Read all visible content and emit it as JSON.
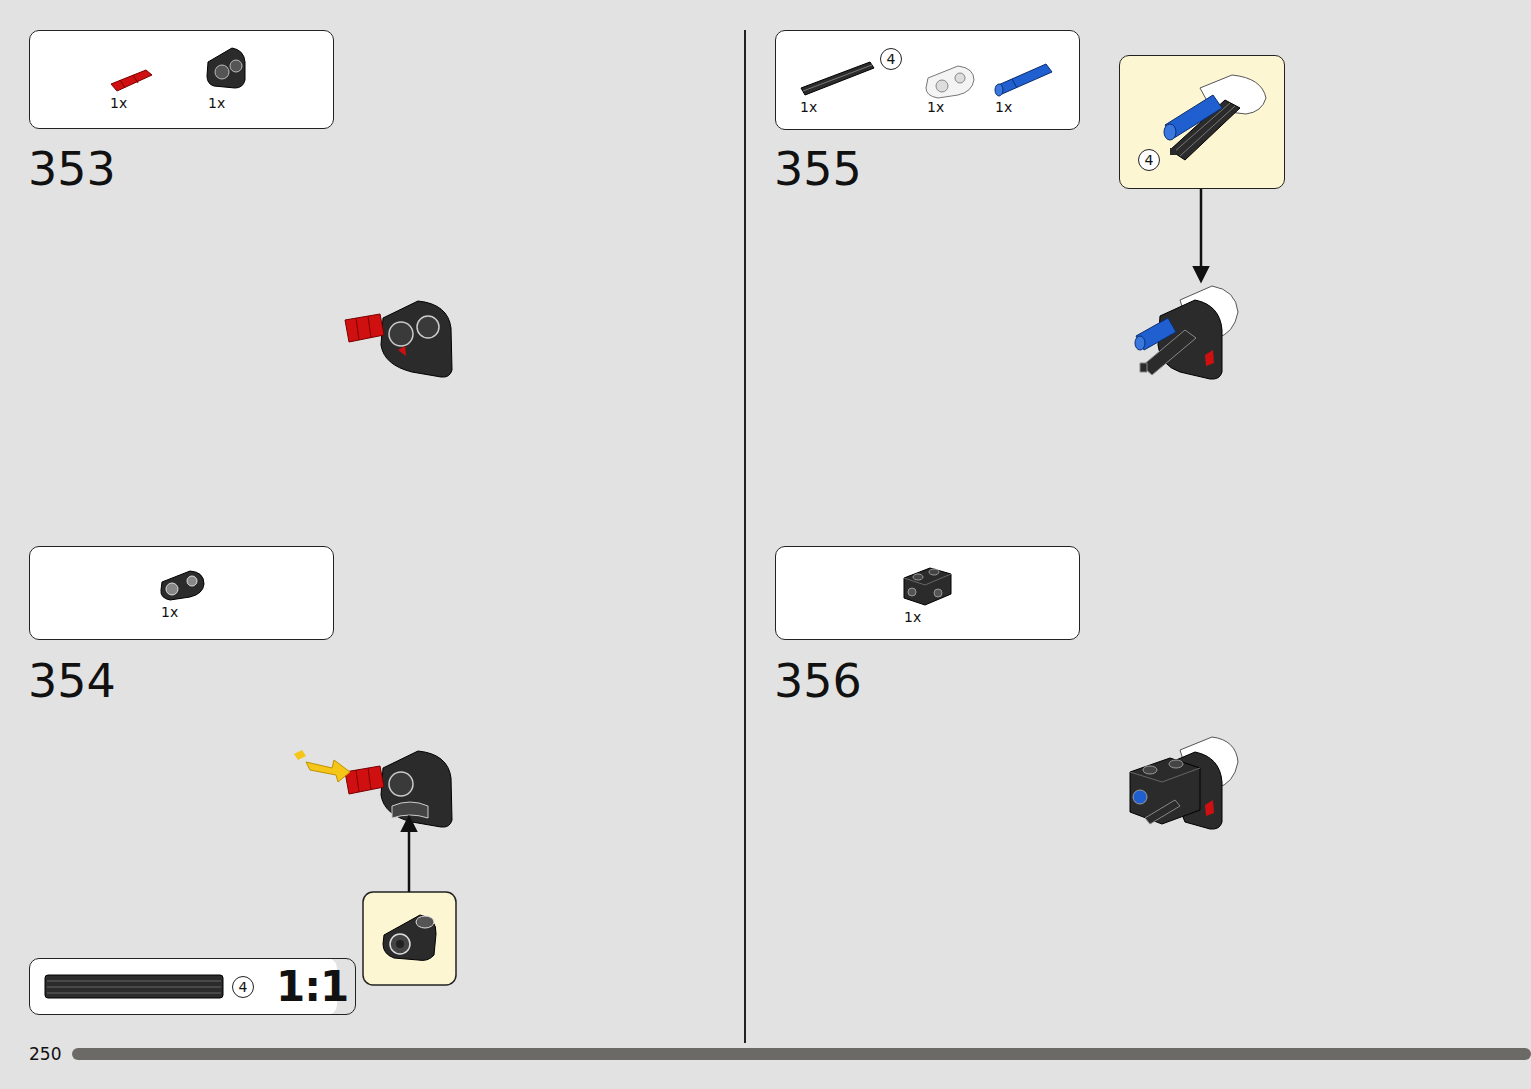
{
  "diagram": {
    "nodes": [
      {
        "text": [
          "1x",
          "1x"
        ]
      },
      {
        "text": [
          "1x"
        ]
      },
      {
        "text": [
          "4",
          "1:1"
        ]
      },
      {
        "text": [
          "4",
          "1x",
          "1x",
          "1x"
        ]
      },
      {
        "text": [
          "4"
        ]
      },
      {
        "text": [
          "1x"
        ]
      }
    ],
    "labels": [
      "353",
      "354",
      "355",
      "356",
      "250"
    ]
  }
}
